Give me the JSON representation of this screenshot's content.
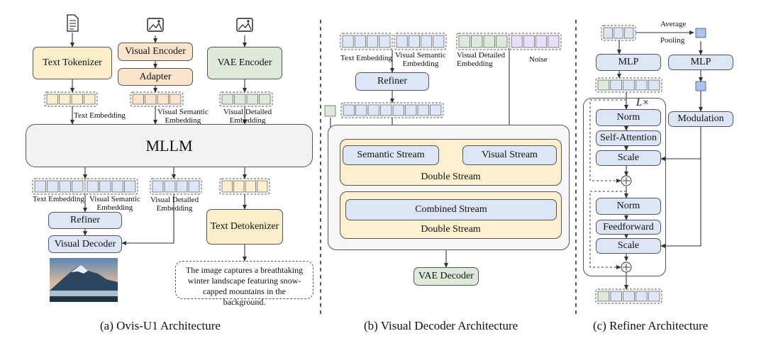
{
  "part_a": {
    "text_tokenizer": "Text Tokenizer",
    "visual_encoder": "Visual Encoder",
    "adapter": "Adapter",
    "vae_encoder": "VAE Encoder",
    "text_embedding": "Text Embedding",
    "visual_semantic_embedding": [
      "Visual Semantic",
      "Embedding"
    ],
    "visual_detailed_embedding": [
      "Visual Detailed",
      "Embedding"
    ],
    "mllm": "MLLM",
    "refiner": "Refiner",
    "visual_decoder": "Visual Decoder",
    "text_detokenizer": "Text Detokenizer",
    "output_text": "The image captures a breathtaking winter landscape featuring snow-capped mountains in the background.",
    "caption": "(a) Ovis-U1 Architecture"
  },
  "part_b": {
    "text_embedding": "Text Embedding",
    "visual_semantic_embedding": [
      "Visual Semantic",
      "Embedding"
    ],
    "visual_detailed_embedding": [
      "Visual Detailed",
      "Embedding"
    ],
    "noise": "Noise",
    "refiner": "Refiner",
    "semantic_stream": "Semantic Stream",
    "visual_stream": "Visual Stream",
    "double_stream_1": "Double Stream",
    "combined_stream": "Combined Stream",
    "double_stream_2": "Double Stream",
    "vae_decoder": "VAE Decoder",
    "caption": "(b) Visual Decoder Architecture"
  },
  "part_c": {
    "average": "Average",
    "pooling": "Pooling",
    "mlp_left": "MLP",
    "mlp_right": "MLP",
    "repeat": "L×",
    "norm_1": "Norm",
    "self_attention": "Self-Attention",
    "scale_1": "Scale",
    "modulation": "Modulation",
    "norm_2": "Norm",
    "feedforward": "Feedforward",
    "scale_2": "Scale",
    "caption": "(c) Refiner Architecture"
  },
  "colors": {
    "text_token": "#fbeecb",
    "semantic_token": "#fbe3cc",
    "detailed_token": "#dde9d9",
    "refiner_token": "#dde6f7",
    "noise_token": "#e7defa",
    "stream_panel": "#fdf0cf"
  }
}
